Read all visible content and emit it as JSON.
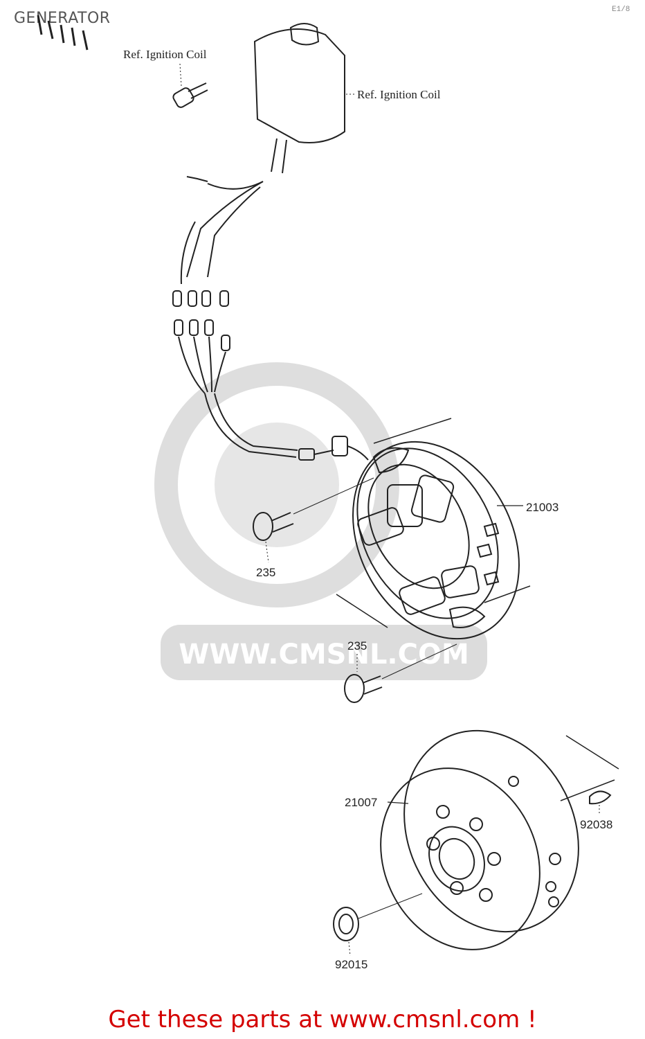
{
  "header": {
    "title": "GENERATOR",
    "corner_code": "E1/8"
  },
  "references": {
    "ref_left": "Ref. Ignition Coil",
    "ref_right": "Ref. Ignition Coil"
  },
  "callouts": {
    "stator": "21003",
    "screw_upper": "235",
    "screw_lower": "235",
    "rotor": "21007",
    "key": "92038",
    "nut": "92015"
  },
  "watermark": {
    "text": "WWW.CMSNL.COM"
  },
  "footer": {
    "text": "Get these parts at www.cmsnl.com !"
  },
  "colors": {
    "footer": "#d40000",
    "line": "#222222",
    "watermark": "#dcdcdc"
  }
}
